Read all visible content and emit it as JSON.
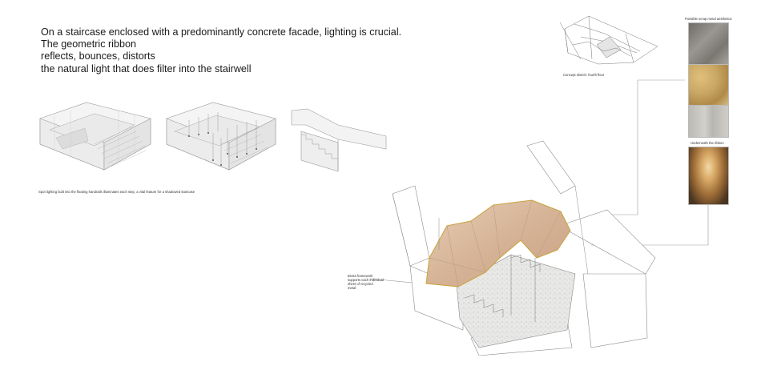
{
  "intro": {
    "lines": [
      "On a staircase enclosed with a predominantly concrete facade, lighting is crucial.",
      "The geometric ribbon",
      "reflects, bounces, distorts",
      "the natural light that does filter into the stairwell"
    ]
  },
  "captions": {
    "spot_lighting": "Spot lighting built into the floating handrails illuminates each step, a vital feature for a shadowed staircase",
    "concept_sketch": "Concept sketch: fourth floor",
    "brass_framework": [
      "Brass framework",
      "supports each individual",
      "sheet of recycled",
      "metal"
    ]
  },
  "swatches": {
    "header": "Possible scrap metal aesthetics",
    "underneath_label": "Underneath the ribbon",
    "colors": {
      "metal_1": "#8a8782",
      "metal_2": "#c9a764",
      "metal_3": "#c4c2bc",
      "render": "#b98a4e"
    }
  },
  "colors": {
    "ribbon": "#d9b79a",
    "brass": "#c9a23a",
    "line": "#7a7a7a"
  }
}
